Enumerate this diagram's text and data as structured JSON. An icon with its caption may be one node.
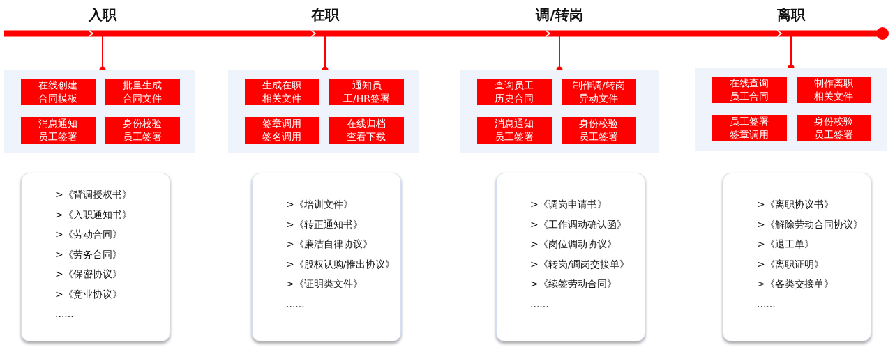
{
  "diagram": {
    "nodes": [
      {
        "text": [],
        "shape": "bar"
      },
      {
        "text": [],
        "shape": "box"
      },
      {
        "text": [
          "在线创建合同模板"
        ],
        "in": 1
      },
      {
        "text": [
          "批量生成合同文件"
        ],
        "in": 1
      },
      {
        "text": [
          "消息通知员工签署"
        ],
        "in": 1
      },
      {
        "text": [
          "身份校验员工签署"
        ],
        "in": 1
      },
      {
        "text": [
          ">《背调授权书》",
          ">《入职通知书》",
          ">《劳动合同》",
          ">《劳务合同》",
          ">《保密协议》",
          ">《竞业协议》",
          "......"
        ]
      },
      {
        "text": [],
        "shape": "box"
      },
      {
        "text": [
          "生成在职相关文件"
        ],
        "in": 7
      },
      {
        "text": [
          "通知员工/HR签署"
        ],
        "in": 7
      },
      {
        "text": [
          "签章调用签名调用"
        ],
        "in": 7
      },
      {
        "text": [
          "在线归档查看下载"
        ],
        "in": 7
      },
      {
        "text": [
          ">《培训文件》",
          ">《转正通知书》",
          ">《廉洁自律协议》",
          ">《股权认购/推出协议》",
          ">《证明类文件》",
          "......"
        ]
      },
      {
        "text": [],
        "shape": "box"
      },
      {
        "text": [
          "查询员工历史合同"
        ],
        "in": 13
      },
      {
        "text": [
          "制作调/转岗异动文件"
        ],
        "in": 13
      },
      {
        "text": [
          "消息通知员工签署"
        ],
        "in": 13
      },
      {
        "text": [
          "身份校验员工签署"
        ],
        "in": 13
      },
      {
        "text": [
          ">《调岗申请书》",
          ">《工作调动确认函》",
          ">《岗位调动协议》",
          ">《转岗/调岗交接单》",
          ">《续签劳动合同》",
          "......"
        ]
      },
      {
        "text": [],
        "shape": "box"
      },
      {
        "text": [
          "在线查询员工合同"
        ],
        "in": 19
      },
      {
        "text": [
          "制作离职相关文件"
        ],
        "in": 19
      },
      {
        "text": [
          "员工签署签章调用"
        ],
        "in": 19
      },
      {
        "text": [
          "身份校验员工签署"
        ],
        "in": 19
      },
      {
        "text": [
          ">《离职协议书》",
          ">《解除劳动合同协议》",
          ">《退工单》",
          ">《离职证明》",
          ">《各类交接单》",
          "......"
        ]
      }
    ],
    "edges": [
      {
        "from": 0,
        "to": 1,
        "arrow": "other"
      },
      {
        "from": 0,
        "to": 7,
        "arrow": "other"
      },
      {
        "from": 0,
        "to": 13,
        "arrow": "other"
      },
      {
        "from": 0,
        "to": 19,
        "arrow": "other"
      }
    ],
    "labels": [
      "入职",
      "在职",
      "调/转岗",
      "离职"
    ]
  }
}
